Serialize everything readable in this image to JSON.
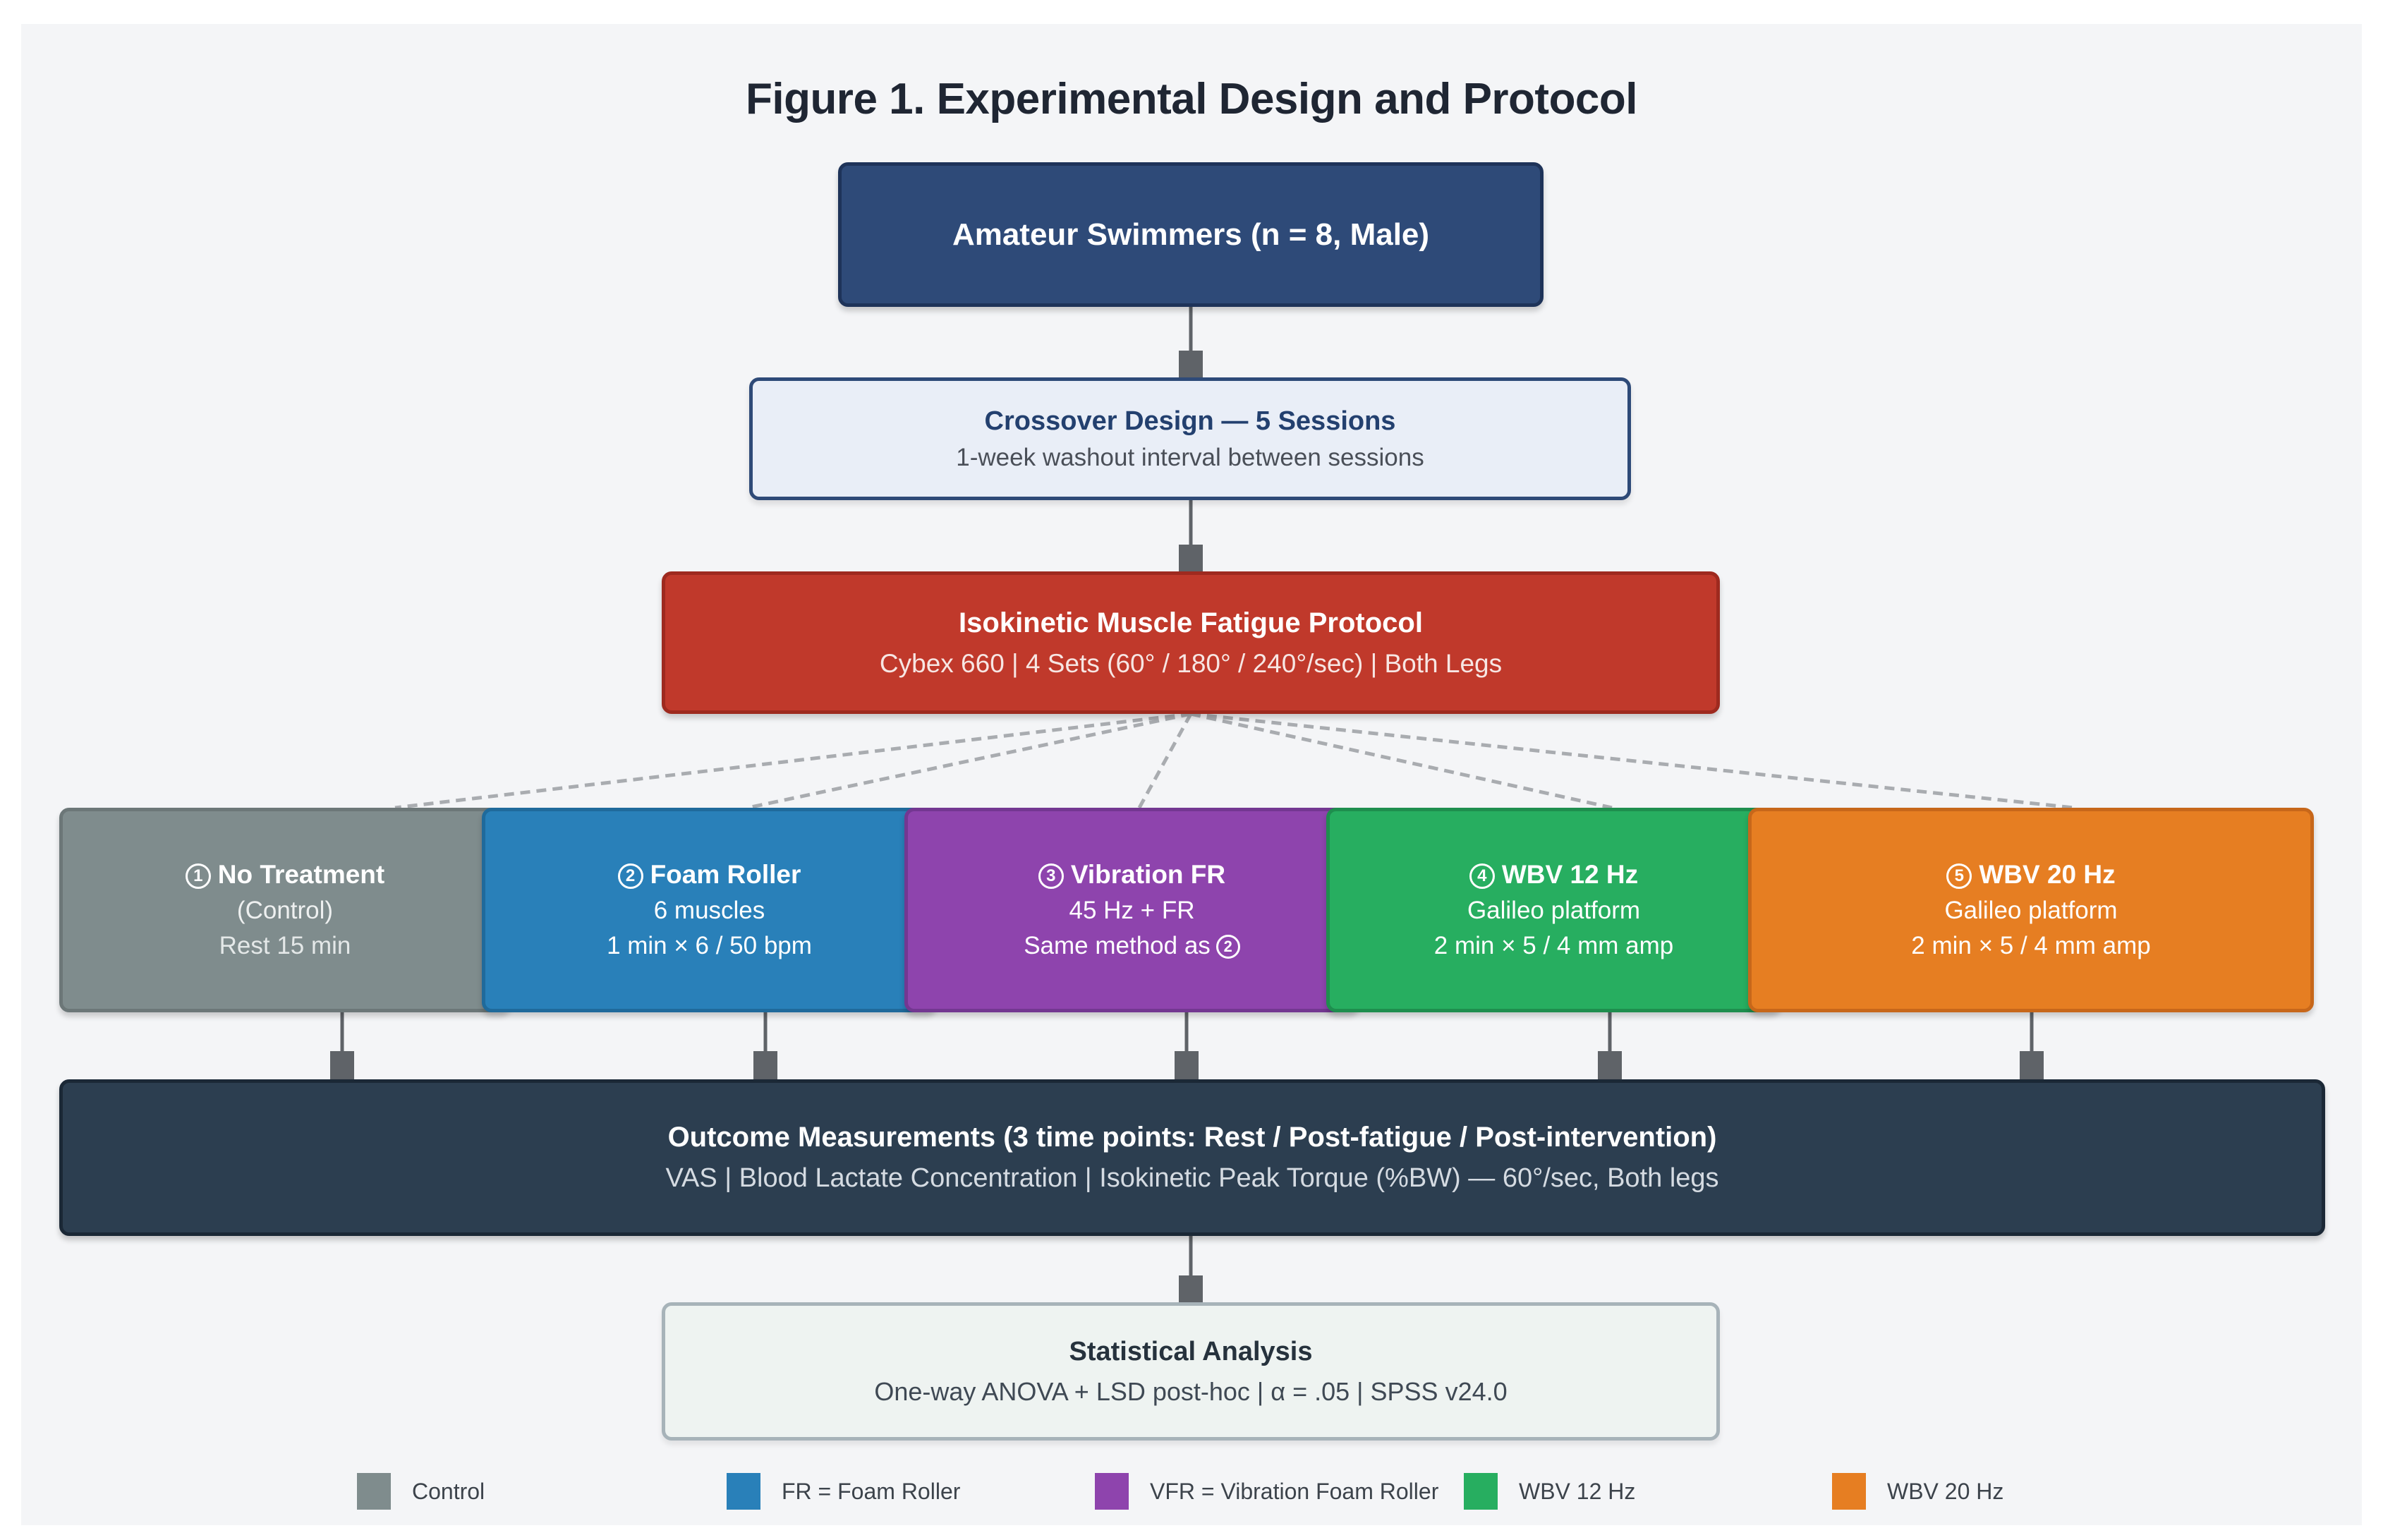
{
  "title": "Figure 1. Experimental Design and Protocol",
  "subjects": "Amateur Swimmers (n = 8, Male)",
  "design": {
    "title": "Crossover Design — 5 Sessions",
    "detail": "1-week washout interval between sessions"
  },
  "fatigue": {
    "title": "Isokinetic Muscle Fatigue Protocol",
    "detail": "Cybex 660  |  4 Sets (60° / 180° / 240°/sec)  |  Both Legs"
  },
  "conditions": [
    {
      "num": "1",
      "name": "No Treatment",
      "line2": "(Control)",
      "line3": "Rest  15 min",
      "color": "#7f8c8d"
    },
    {
      "num": "2",
      "name": "Foam Roller",
      "line2": "6 muscles",
      "line3": "1 min × 6 / 50 bpm",
      "color": "#2980b9"
    },
    {
      "num": "3",
      "name": "Vibration FR",
      "line2": "45 Hz + FR",
      "line3": "Same method as",
      "line3_ref": "2",
      "color": "#8e44ad"
    },
    {
      "num": "4",
      "name": "WBV  12 Hz",
      "line2": "Galileo platform",
      "line3": "2 min × 5 / 4 mm amp",
      "color": "#27ae60"
    },
    {
      "num": "5",
      "name": "WBV  20 Hz",
      "line2": "Galileo platform",
      "line3": "2 min × 5 / 4 mm amp",
      "color": "#e67e22"
    }
  ],
  "outcome": {
    "title": "Outcome Measurements  (3 time points: Rest  /  Post-fatigue  /  Post-intervention)",
    "detail": "VAS  |  Blood Lactate Concentration  |  Isokinetic Peak Torque (%BW) — 60°/sec, Both legs"
  },
  "stats": {
    "title": "Statistical Analysis",
    "detail": "One-way ANOVA + LSD post-hoc  |  α = .05  |  SPSS v24.0"
  },
  "legend": [
    {
      "label": "Control",
      "color": "#7f8c8d"
    },
    {
      "label": "FR = Foam Roller",
      "color": "#2980b9"
    },
    {
      "label": "VFR = Vibration Foam Roller",
      "color": "#8e44ad"
    },
    {
      "label": "WBV 12 Hz",
      "color": "#27ae60"
    },
    {
      "label": "WBV 20 Hz",
      "color": "#e67e22"
    }
  ],
  "colors": {
    "connector": "#5f6368",
    "dashed": "#a9acb0"
  }
}
